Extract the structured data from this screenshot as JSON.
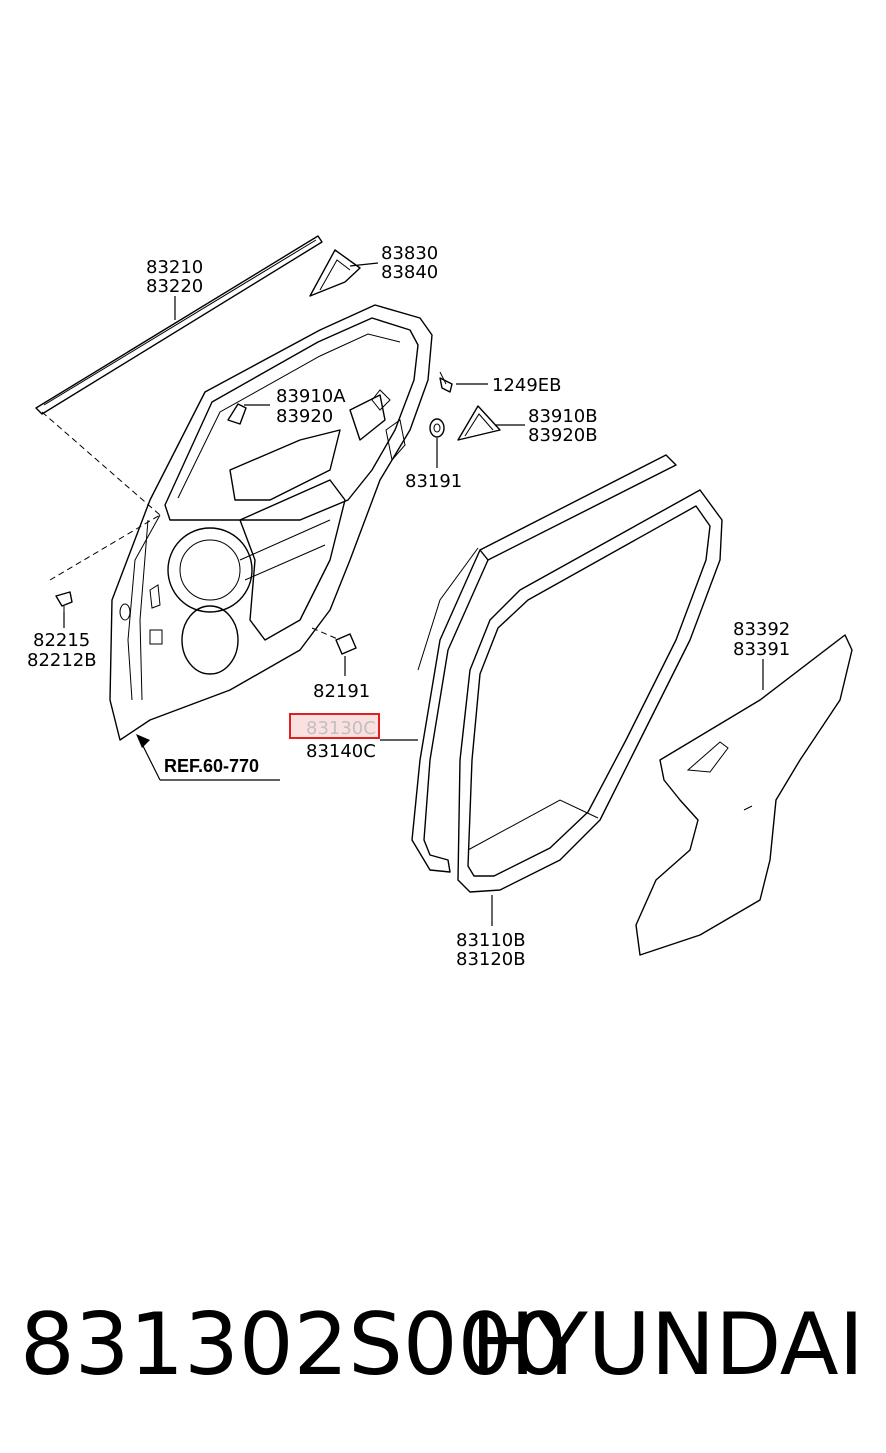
{
  "labels": {
    "l83210": "83210",
    "l83220": "83220",
    "l83830": "83830",
    "l83840": "83840",
    "l1249EB": "1249EB",
    "l83910A": "83910A",
    "l83920": "83920",
    "l83910B": "83910B",
    "l83920B": "83920B",
    "l83191": "83191",
    "l82215": "82215",
    "l82212B": "82212B",
    "l82191": "82191",
    "l83130C": "83130C",
    "l83140C": "83140C",
    "l83110B": "83110B",
    "l83120B": "83120B",
    "l83392": "83392",
    "l83391": "83391",
    "ref": "REF.60-770"
  },
  "highlight_color": "#e02020",
  "footer": {
    "part_number": "831302S000",
    "brand": "HYUNDAI"
  }
}
